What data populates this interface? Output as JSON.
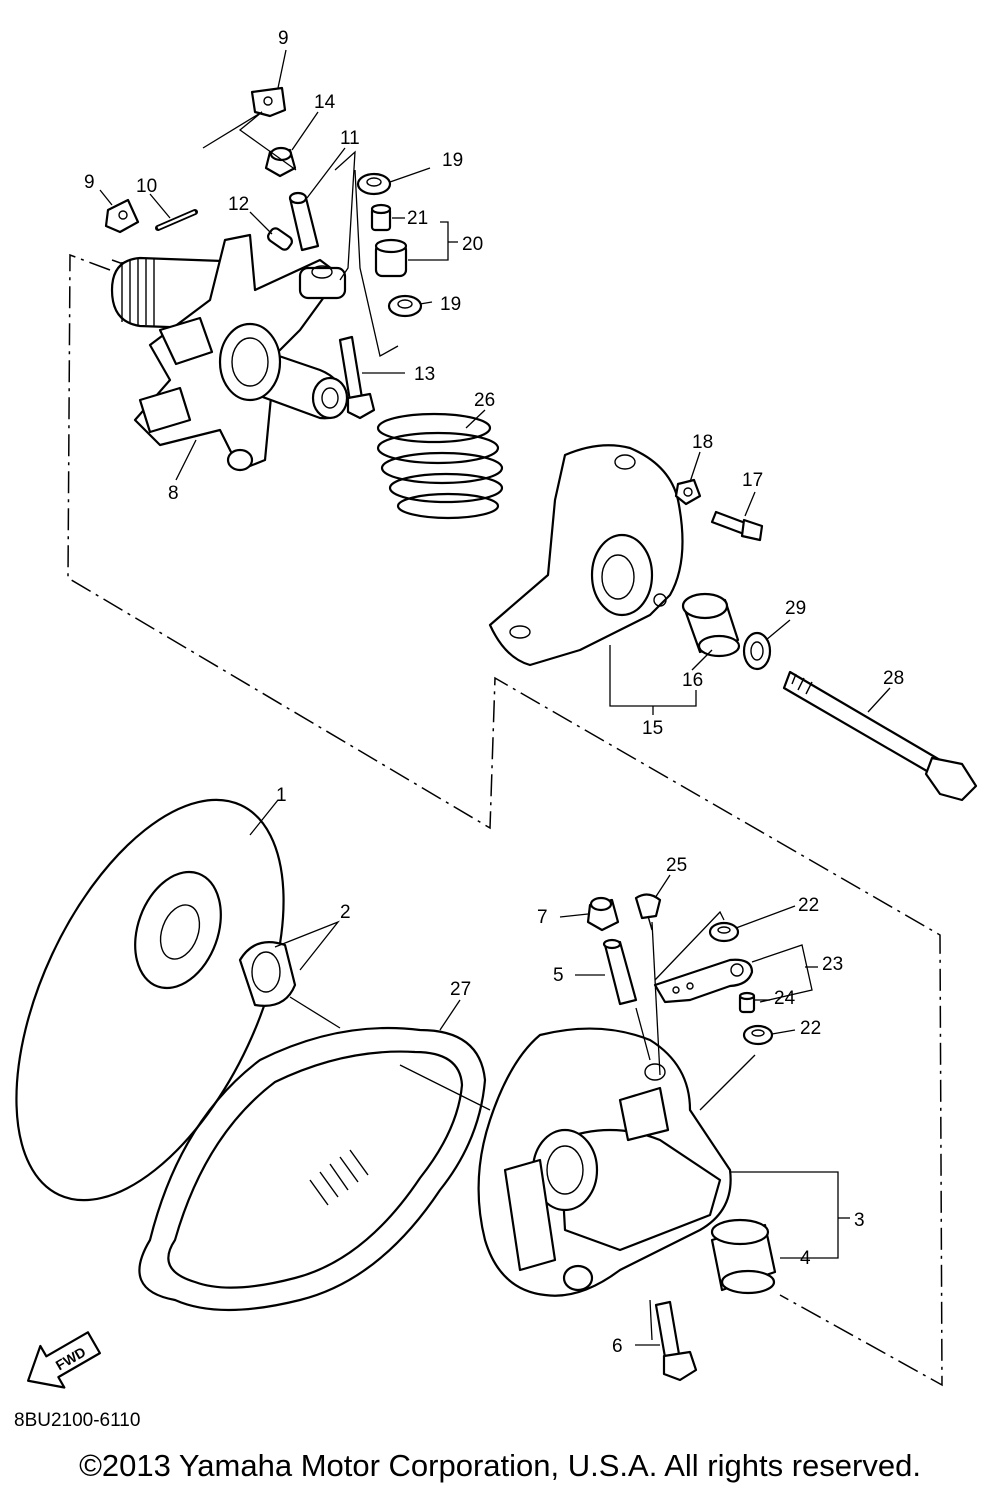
{
  "diagram": {
    "code": "8BU2100-6110",
    "copyright": "©2013 Yamaha Motor Corporation, U.S.A. All rights reserved.",
    "fwd_label": "FWD"
  },
  "callouts": {
    "c1": "1",
    "c2": "2",
    "c3": "3",
    "c4": "4",
    "c5": "5",
    "c6": "6",
    "c7": "7",
    "c8": "8",
    "c9a": "9",
    "c9b": "9",
    "c10": "10",
    "c11": "11",
    "c12": "12",
    "c13": "13",
    "c14": "14",
    "c15": "15",
    "c16": "16",
    "c17": "17",
    "c18": "18",
    "c19a": "19",
    "c19b": "19",
    "c20": "20",
    "c21": "21",
    "c22a": "22",
    "c22b": "22",
    "c23": "23",
    "c24": "24",
    "c25": "25",
    "c26": "26",
    "c27": "27",
    "c28": "28",
    "c29": "29"
  }
}
